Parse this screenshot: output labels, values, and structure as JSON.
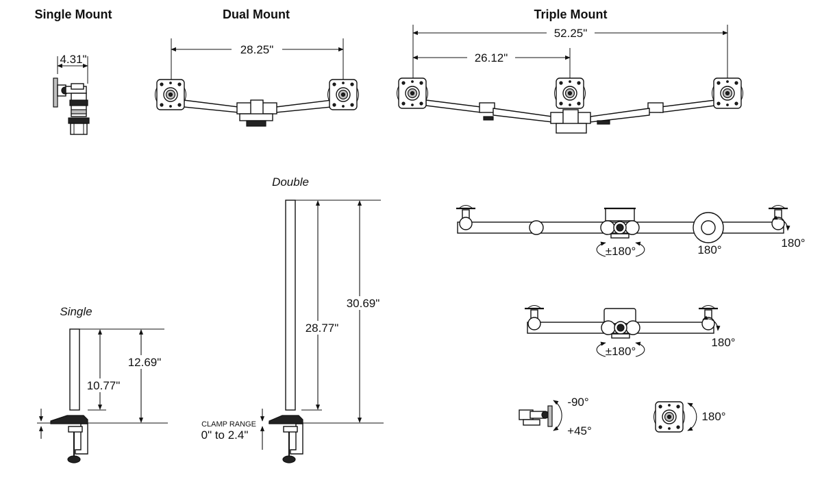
{
  "titles": {
    "single_mount": "Single Mount",
    "dual_mount": "Dual Mount",
    "triple_mount": "Triple Mount"
  },
  "pole_labels": {
    "single": "Single",
    "double": "Double"
  },
  "dimensions": {
    "single_depth": "4.31\"",
    "dual_span": "28.25\"",
    "triple_total": "52.25\"",
    "triple_half": "26.12\"",
    "single_pole_total": "12.69\"",
    "single_pole_usable": "10.77\"",
    "double_pole_total": "30.69\"",
    "double_pole_usable": "28.77\""
  },
  "clamp": {
    "label": "CLAMP RANGE",
    "range": "0\" to 2.4\""
  },
  "rotations": {
    "triple_center": "±180°",
    "triple_middle": "180°",
    "triple_end": "180°",
    "dual_center": "±180°",
    "dual_end": "180°",
    "tilt_up": "-90°",
    "tilt_down": "+45°",
    "plate_rotate": "180°"
  }
}
